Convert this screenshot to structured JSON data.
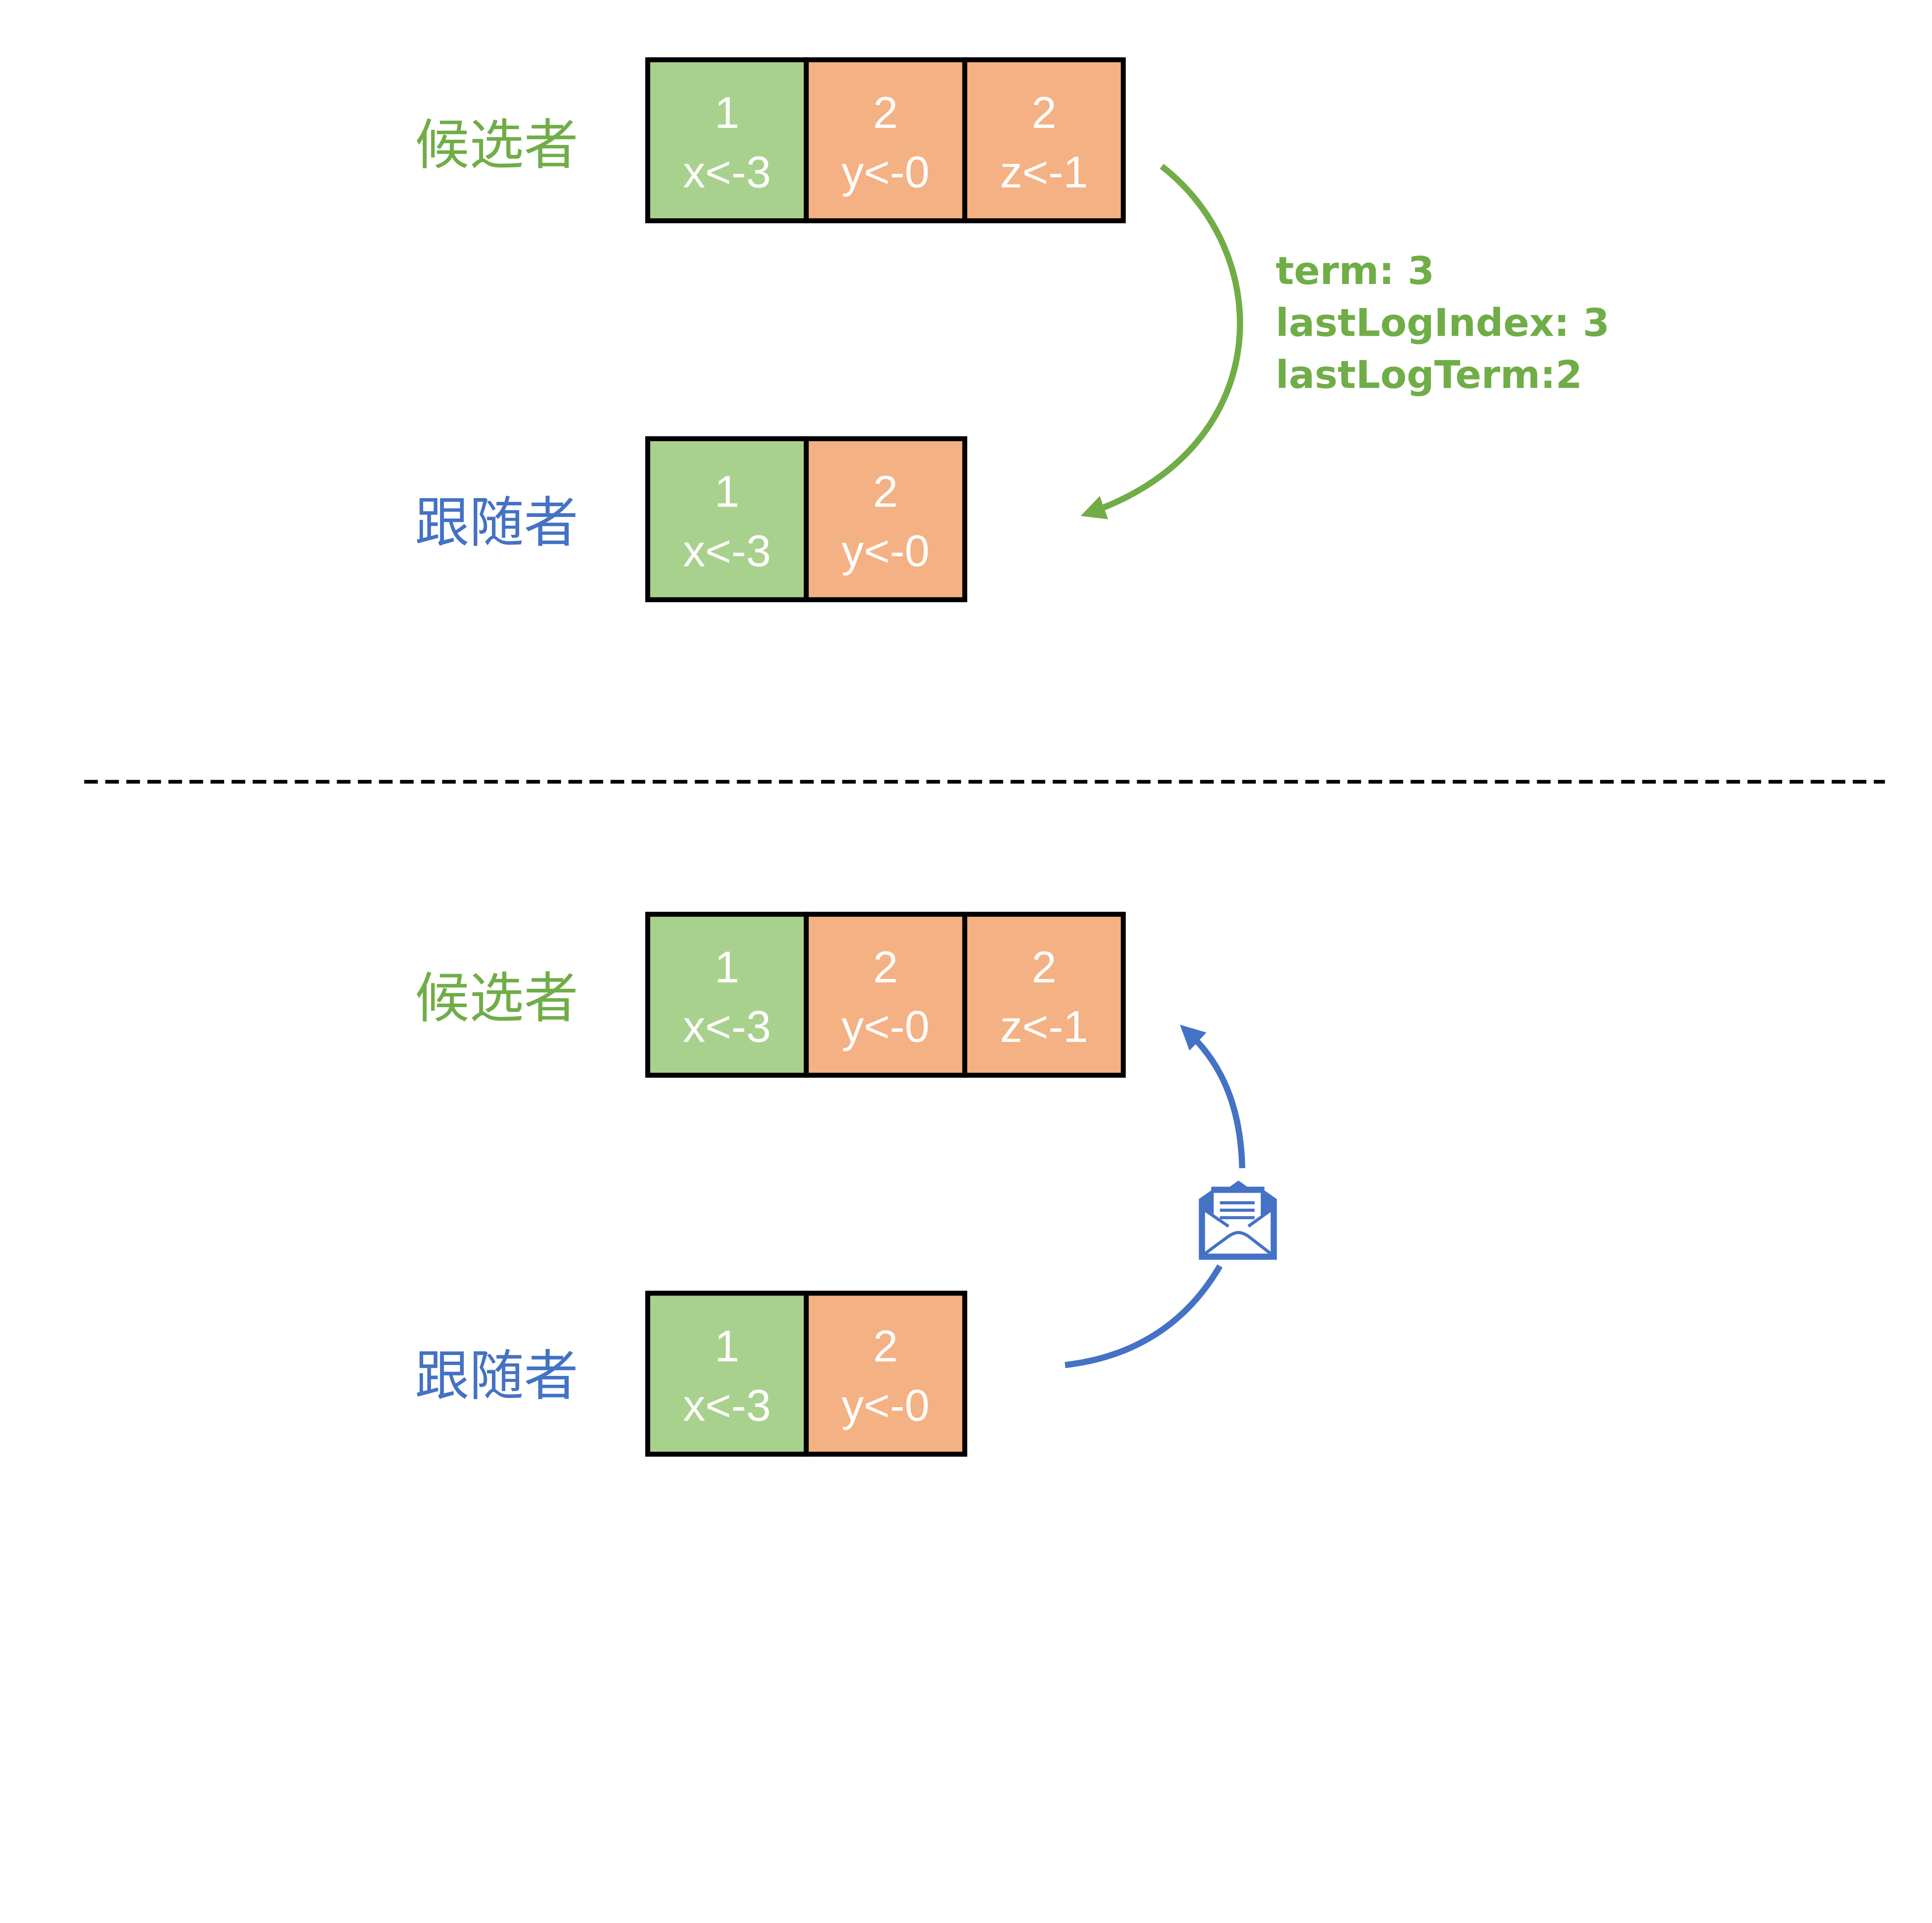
{
  "colors": {
    "candidate": "#70AD47",
    "follower": "#4472C4",
    "term1_cell": "#A9D18E",
    "term2_cell": "#F4B183",
    "border": "#000000"
  },
  "top_panel": {
    "candidate": {
      "label": "候选者",
      "entries": [
        {
          "term": "1",
          "cmd": "x<-3"
        },
        {
          "term": "2",
          "cmd": "y<-0"
        },
        {
          "term": "2",
          "cmd": "z<-1"
        }
      ]
    },
    "follower": {
      "label": "跟随者",
      "entries": [
        {
          "term": "1",
          "cmd": "x<-3"
        },
        {
          "term": "2",
          "cmd": "y<-0"
        }
      ]
    },
    "request_vote": {
      "lines": [
        "term: 3",
        "lastLogIndex: 3",
        "lastLogTerm:2"
      ]
    }
  },
  "bottom_panel": {
    "candidate": {
      "label": "候选者",
      "entries": [
        {
          "term": "1",
          "cmd": "x<-3"
        },
        {
          "term": "2",
          "cmd": "y<-0"
        },
        {
          "term": "2",
          "cmd": "z<-1"
        }
      ]
    },
    "follower": {
      "label": "跟随者",
      "entries": [
        {
          "term": "1",
          "cmd": "x<-3"
        },
        {
          "term": "2",
          "cmd": "y<-0"
        }
      ]
    },
    "reply_icon": "envelope-open-icon"
  }
}
